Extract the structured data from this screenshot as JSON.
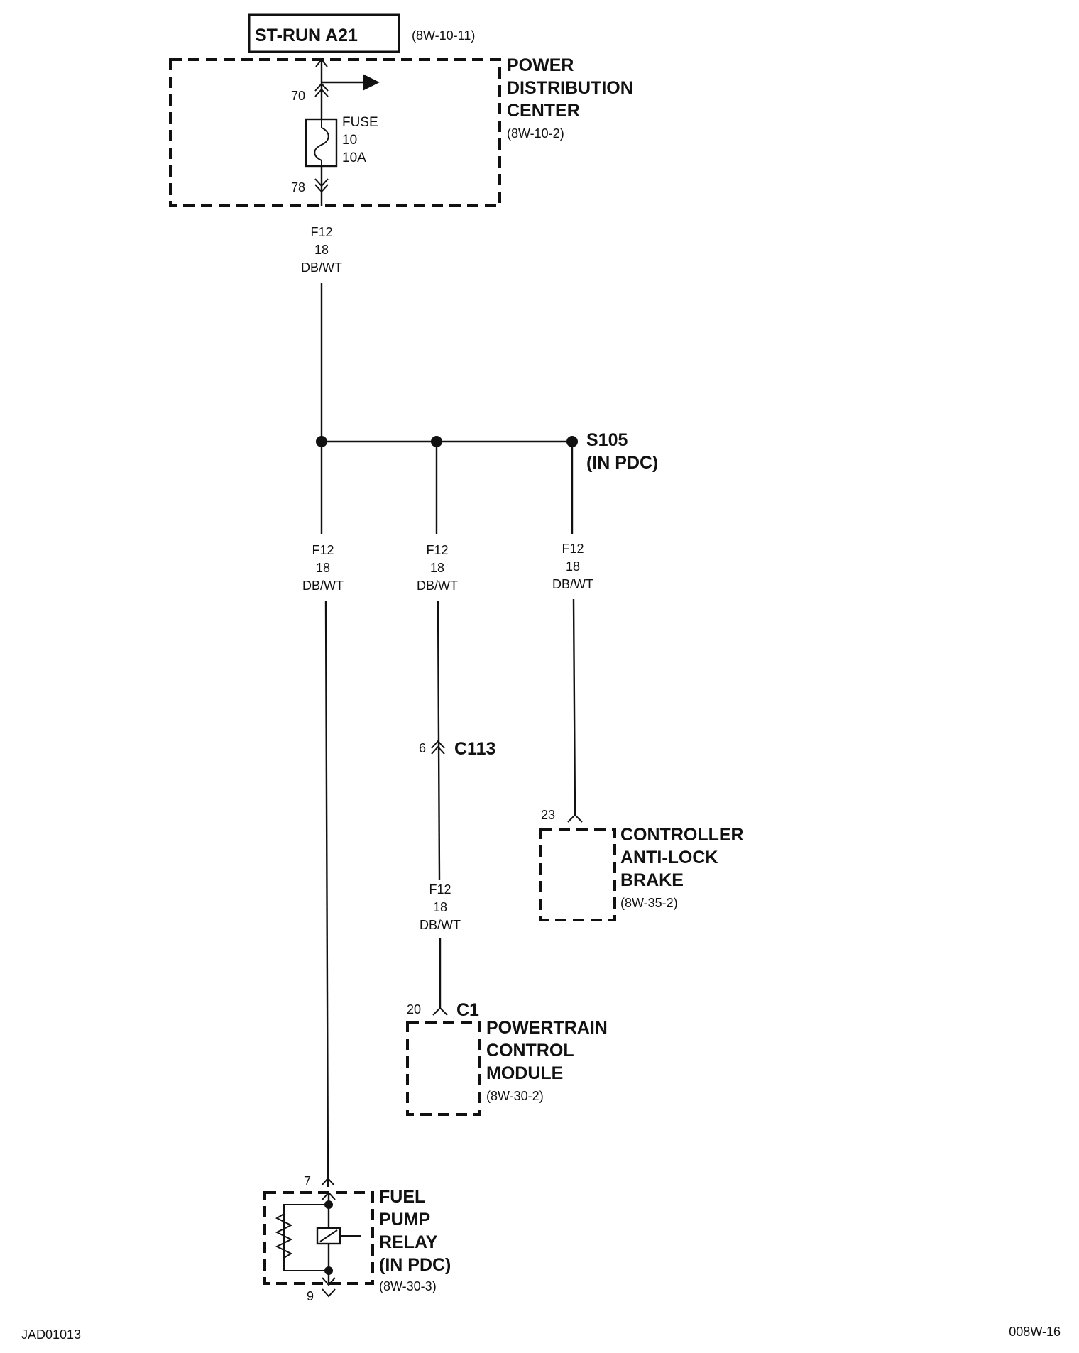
{
  "header": {
    "circuit_label": "ST-RUN A21",
    "circuit_ref": "(8W-10-11)"
  },
  "pdc": {
    "name_lines": [
      "POWER",
      "DISTRIBUTION",
      "CENTER"
    ],
    "ref": "(8W-10-2)",
    "pin_in": "70",
    "pin_out": "78",
    "fuse_lines": [
      "FUSE",
      "10",
      "10A"
    ]
  },
  "wires": {
    "main": [
      "F12",
      "18",
      "DB/WT"
    ],
    "branch_relay": [
      "F12",
      "18",
      "DB/WT"
    ],
    "branch_pcm": [
      "F12",
      "18",
      "DB/WT"
    ],
    "branch_abs": [
      "F12",
      "18",
      "DB/WT"
    ],
    "pcm_lower": [
      "F12",
      "18",
      "DB/WT"
    ]
  },
  "splice": {
    "name": "S105",
    "location": "(IN PDC)"
  },
  "connector_c113": {
    "name": "C113",
    "pin": "6"
  },
  "abs_controller": {
    "name_lines": [
      "CONTROLLER",
      "ANTI-LOCK",
      "BRAKE"
    ],
    "ref": "(8W-35-2)",
    "pin": "23"
  },
  "pcm": {
    "connector": "C1",
    "pin": "20",
    "name_lines": [
      "POWERTRAIN",
      "CONTROL",
      "MODULE"
    ],
    "ref": "(8W-30-2)"
  },
  "fuel_pump_relay": {
    "name_lines": [
      "FUEL",
      "PUMP",
      "RELAY",
      "(IN PDC)"
    ],
    "ref": "(8W-30-3)",
    "pin_in": "7",
    "pin_out": "9"
  },
  "footer": {
    "left_code": "JAD01013",
    "right_code": "008W-16"
  }
}
